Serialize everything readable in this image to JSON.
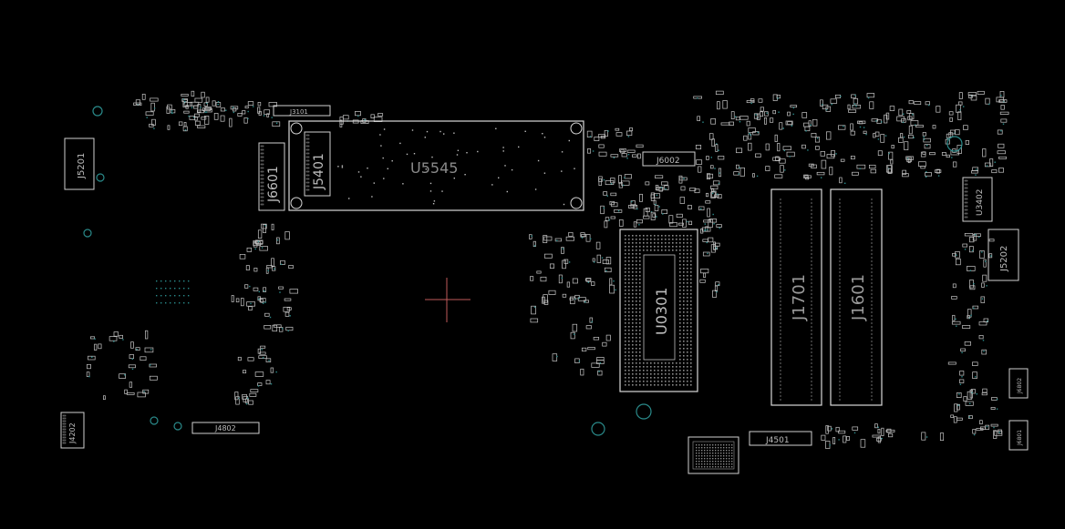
{
  "viewer": {
    "background": "#000000",
    "outline_color": "#cfcfcf",
    "via_color": "#2a8a8a",
    "cursor_color": "#c05a5a"
  },
  "components": {
    "J5201": "J5201",
    "J3101": "J3101",
    "J6601": "J6601",
    "J5401": "J5401",
    "U5545": "U5545",
    "J6002": "J6002",
    "U0301": "U0301",
    "J1701": "J1701",
    "J1601": "J1601",
    "U3402": "U3402",
    "J5202": "J5202",
    "J4202": "J4202",
    "J4802": "J4802",
    "J4501": "J4501",
    "J6802": "J6802",
    "J6801": "J6801"
  }
}
